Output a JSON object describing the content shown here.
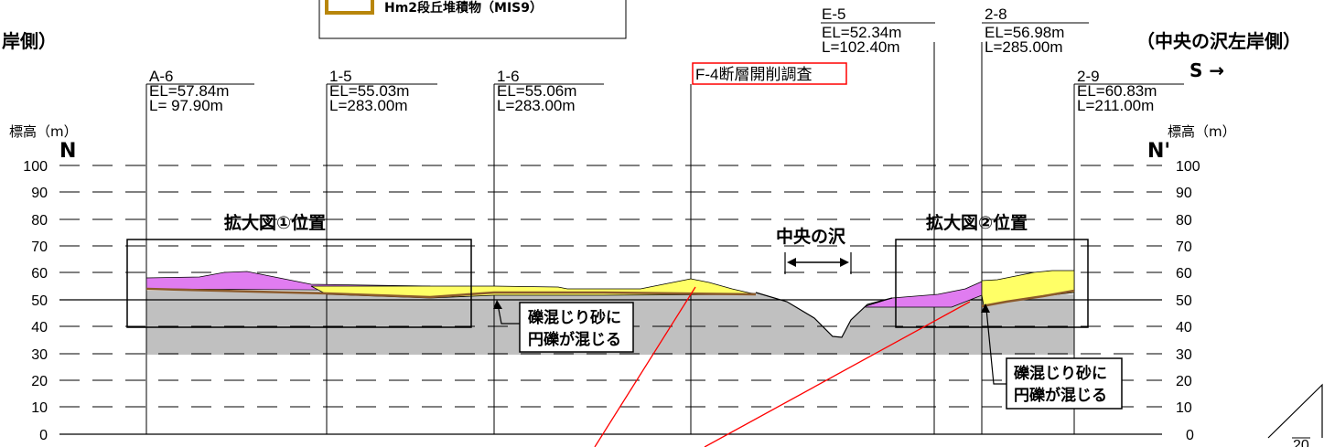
{
  "header": {
    "left_title": "岸側）",
    "right_title": "（中央の沢左岸側）",
    "direction": "S →",
    "legend_item": "Hm2段丘堆積物（MIS9）",
    "survey_label": "F-4断層開削調査"
  },
  "axis": {
    "y_label_left": "標高（m）",
    "y_label_right": "標高（m）",
    "left_end": "N",
    "right_end": "N'",
    "ticks": [
      "100",
      "90",
      "80",
      "70",
      "60",
      "50",
      "40",
      "30",
      "20",
      "10",
      "0"
    ]
  },
  "boreholes": [
    {
      "name": "A-6",
      "el": "EL=57.84m",
      "len": "L=  97.90m"
    },
    {
      "name": "1-5",
      "el": "EL=55.03m",
      "len": "L=283.00m"
    },
    {
      "name": "1-6",
      "el": "EL=55.06m",
      "len": "L=283.00m"
    },
    {
      "name": "E-5",
      "el": "EL=52.34m",
      "len": "L=102.40m"
    },
    {
      "name": "2-8",
      "el": "EL=56.98m",
      "len": "L=285.00m"
    },
    {
      "name": "2-9",
      "el": "EL=60.83m",
      "len": "L=211.00m"
    }
  ],
  "annotations": {
    "zoom1": "拡大図①位置",
    "zoom2": "拡大図②位置",
    "valley": "中央の沢",
    "gravel_note_1a": "礫混じり砂に",
    "gravel_note_1b": "円礫が混じる",
    "gravel_note_2a": "礫混じり砂に",
    "gravel_note_2b": "円礫が混じる",
    "scale_fragment": "20"
  },
  "colors": {
    "bedrock": "#c0c0c0",
    "terrace_yellow": "#ffff66",
    "upper_purple": "#e07cf0",
    "legend_border": "#b8860b",
    "survey_red": "#ff0000"
  }
}
